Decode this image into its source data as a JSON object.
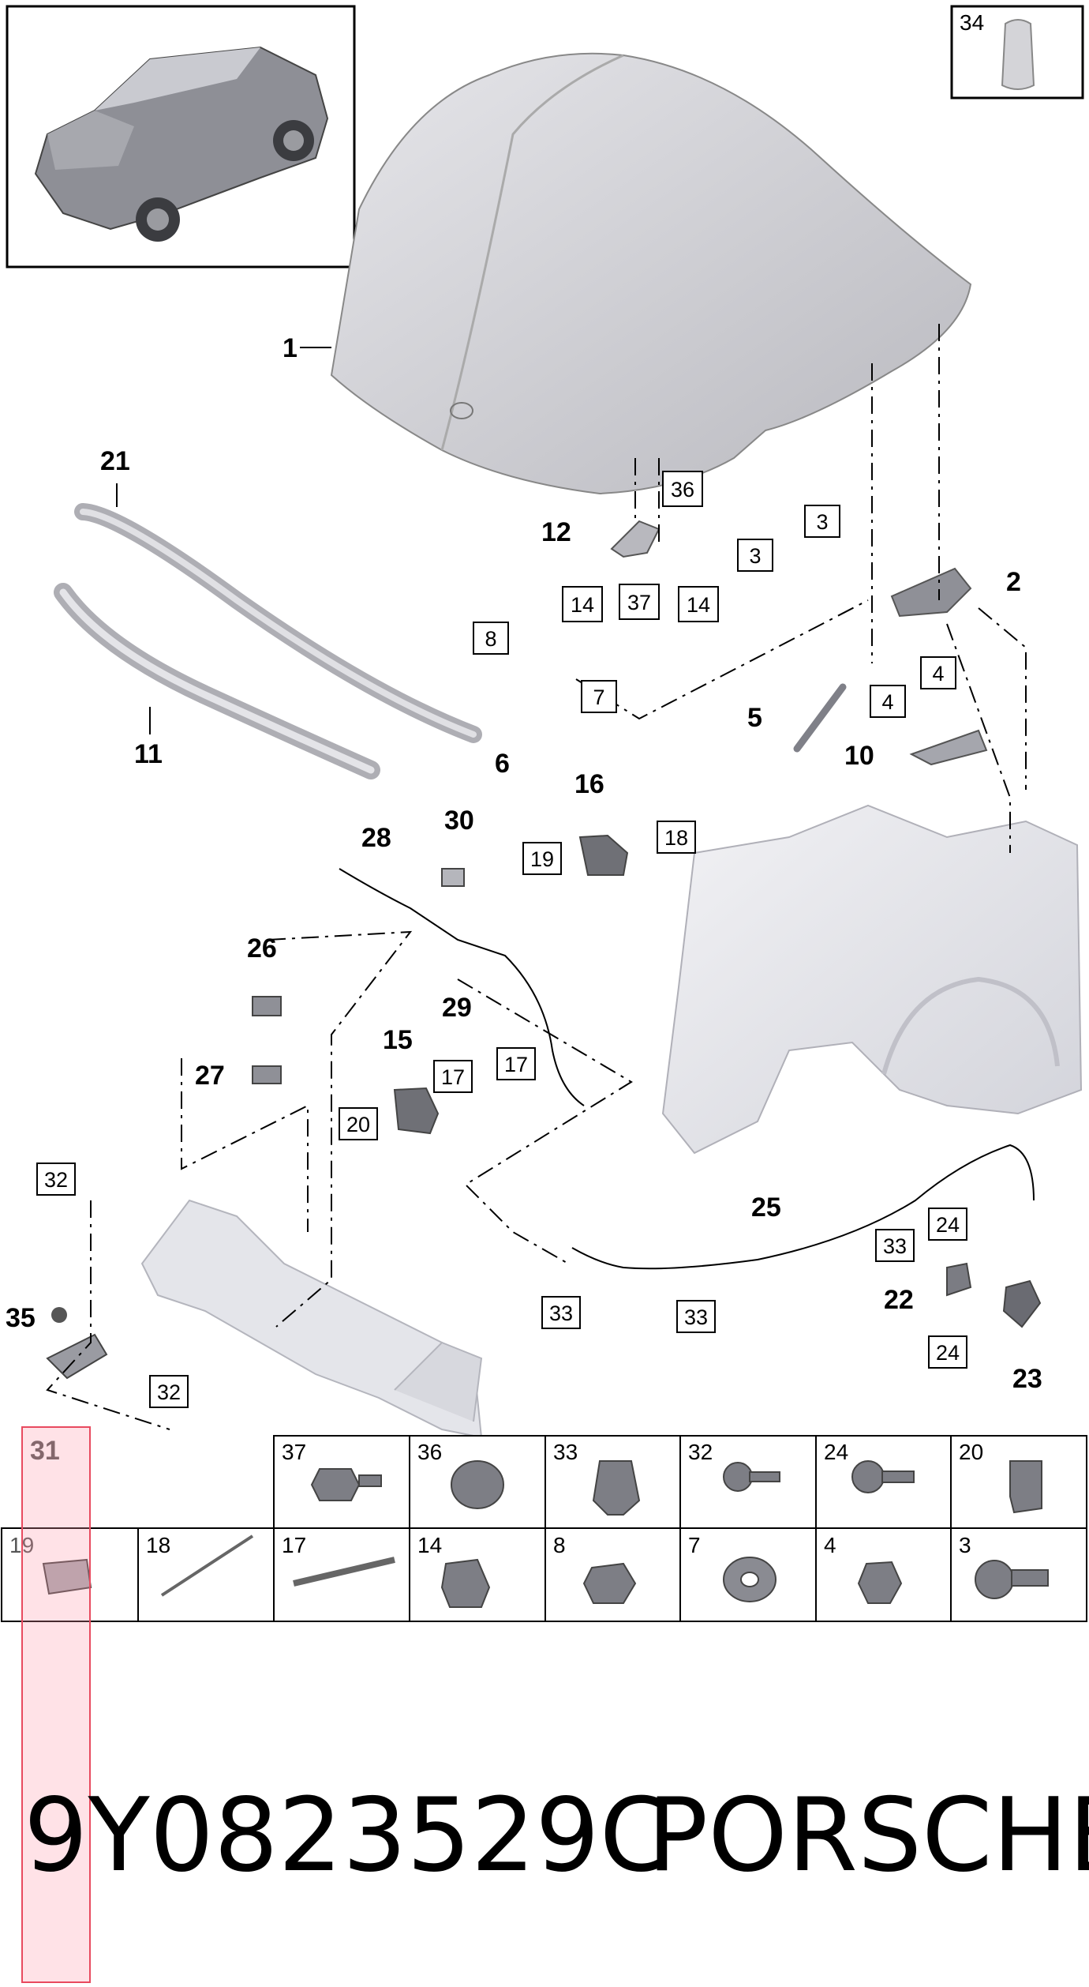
{
  "diagram": {
    "callouts": [
      "1",
      "2",
      "5",
      "6",
      "10",
      "11",
      "12",
      "15",
      "16",
      "21",
      "22",
      "23",
      "25",
      "26",
      "27",
      "28",
      "29",
      "30",
      "35"
    ],
    "boxed_labels": [
      "3",
      "3",
      "4",
      "4",
      "7",
      "8",
      "14",
      "14",
      "17",
      "17",
      "18",
      "19",
      "20",
      "24",
      "24",
      "32",
      "32",
      "33",
      "33",
      "33",
      "36",
      "37"
    ],
    "inset_part": "34",
    "highlighted_label": "31"
  },
  "parts_table": {
    "row1": [
      "37",
      "36",
      "33",
      "32",
      "24",
      "20"
    ],
    "row2": [
      "19",
      "18",
      "17",
      "14",
      "8",
      "7",
      "4",
      "3"
    ]
  },
  "footer": {
    "part_number": "9Y0823529C",
    "brand": "PORSCHE"
  },
  "colors": {
    "line": "#000000",
    "part_fill": "#d9d9de",
    "highlight": "#e84a5f"
  }
}
